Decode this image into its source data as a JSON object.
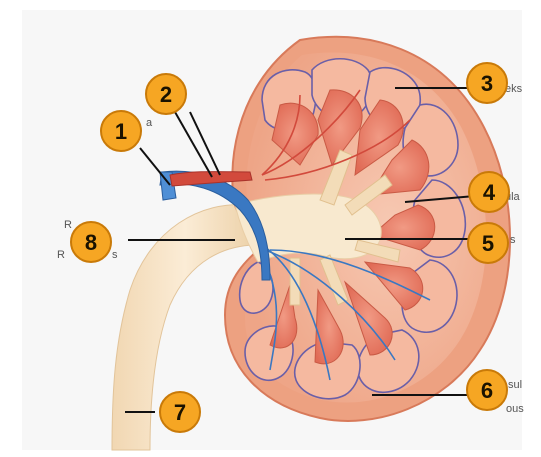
{
  "diagram": {
    "callouts": [
      {
        "number": "1"
      },
      {
        "number": "2"
      },
      {
        "number": "3"
      },
      {
        "number": "4"
      },
      {
        "number": "5"
      },
      {
        "number": "6"
      },
      {
        "number": "7"
      },
      {
        "number": "8"
      }
    ],
    "fragments": {
      "f1": "a",
      "f3": "eks",
      "f4": "ula",
      "f5": "s",
      "f6a": "sul",
      "f6b": "ous",
      "f8a": "R",
      "f8b": "R",
      "f8c": "s"
    },
    "colors": {
      "badge_fill": "#f6a623",
      "badge_stroke": "#c97a08",
      "capsule": "#e89a7a",
      "cortex": "#f3b39b",
      "medulla": "#e07560",
      "pelvis": "#f6e3c7",
      "vein": "#3a78c2",
      "artery": "#d24a3c"
    }
  }
}
